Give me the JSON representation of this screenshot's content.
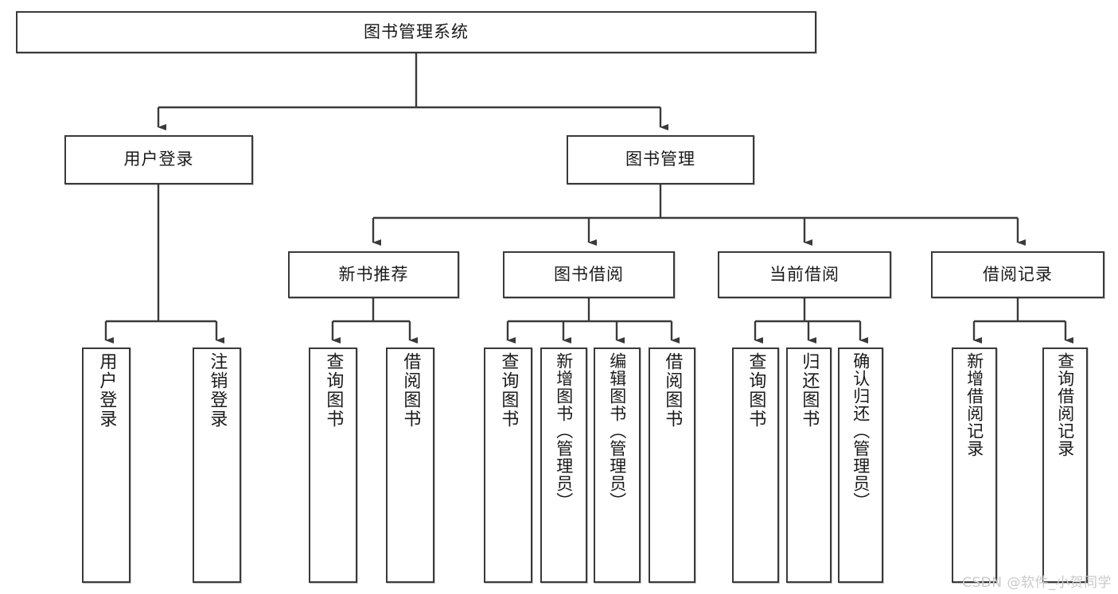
{
  "diagram": {
    "title": "图书管理系统",
    "type": "hierarchy-tree",
    "watermark": "CSDN @软件_小贺同学",
    "colors": {
      "box_border": "#3a3a3a",
      "box_fill": "#ffffff",
      "edge": "#3a3a3a",
      "text": "#1a1a1a",
      "watermark": "#c9c9c9"
    },
    "levels": [
      {
        "level": 1,
        "nodes": [
          {
            "id": "root",
            "label": "图书管理系统",
            "orientation": "horizontal"
          }
        ]
      },
      {
        "level": 2,
        "nodes": [
          {
            "id": "login",
            "label": "用户登录",
            "orientation": "horizontal",
            "parent": "root"
          },
          {
            "id": "bookmgmt",
            "label": "图书管理",
            "orientation": "horizontal",
            "parent": "root"
          }
        ]
      },
      {
        "level": 3,
        "nodes": [
          {
            "id": "newbook",
            "label": "新书推荐",
            "orientation": "horizontal",
            "parent": "bookmgmt"
          },
          {
            "id": "borrow",
            "label": "图书借阅",
            "orientation": "horizontal",
            "parent": "bookmgmt"
          },
          {
            "id": "current",
            "label": "当前借阅",
            "orientation": "horizontal",
            "parent": "bookmgmt"
          },
          {
            "id": "records",
            "label": "借阅记录",
            "orientation": "horizontal",
            "parent": "bookmgmt"
          }
        ]
      },
      {
        "level": 4,
        "nodes": [
          {
            "id": "leaf1",
            "label": "用户登录",
            "orientation": "vertical",
            "parent": "login"
          },
          {
            "id": "leaf2",
            "label": "注销登录",
            "orientation": "vertical",
            "parent": "login"
          },
          {
            "id": "leaf3",
            "label": "查询图书",
            "orientation": "vertical",
            "parent": "newbook"
          },
          {
            "id": "leaf4",
            "label": "借阅图书",
            "orientation": "vertical",
            "parent": "newbook"
          },
          {
            "id": "leaf5",
            "label": "查询图书",
            "orientation": "vertical",
            "parent": "borrow"
          },
          {
            "id": "leaf6",
            "label": "新增图书（管理员）",
            "orientation": "vertical",
            "parent": "borrow"
          },
          {
            "id": "leaf7",
            "label": "编辑图书（管理员）",
            "orientation": "vertical",
            "parent": "borrow"
          },
          {
            "id": "leaf8",
            "label": "借阅图书",
            "orientation": "vertical",
            "parent": "borrow"
          },
          {
            "id": "leaf9",
            "label": "查询图书",
            "orientation": "vertical",
            "parent": "current"
          },
          {
            "id": "leaf10",
            "label": "归还图书",
            "orientation": "vertical",
            "parent": "current"
          },
          {
            "id": "leaf11",
            "label": "确认归还（管理员）",
            "orientation": "vertical",
            "parent": "current"
          },
          {
            "id": "leaf12",
            "label": "新增借阅记录",
            "orientation": "vertical",
            "parent": "records"
          },
          {
            "id": "leaf13",
            "label": "查询借阅记录",
            "orientation": "vertical",
            "parent": "records"
          }
        ]
      }
    ]
  }
}
